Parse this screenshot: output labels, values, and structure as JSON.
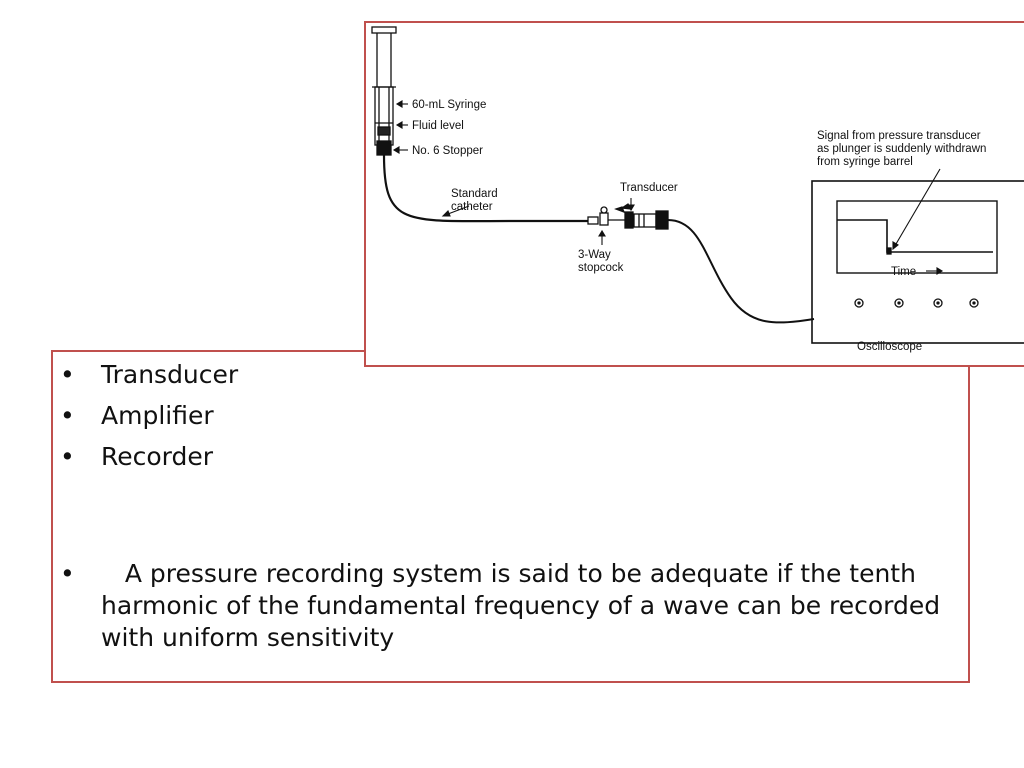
{
  "bullets": [
    {
      "text": "Transducer"
    },
    {
      "text": "Amplifier"
    },
    {
      "text": "Recorder"
    },
    {
      "text": "   A pressure recording system is said to be adequate if the tenth harmonic of the fundamental frequency of a wave can be recorded with uniform sensitivity"
    }
  ],
  "diagram": {
    "syringe_label": "60-mL Syringe",
    "fluid_label": "Fluid level",
    "stopper_label": "No. 6  Stopper",
    "catheter_label_line1": "Standard",
    "catheter_label_line2": "catheter",
    "transducer_label": "Transducer",
    "stopcock_label_line1": "3-Way",
    "stopcock_label_line2": "stopcock",
    "signal_label_line1": "Signal from pressure transducer",
    "signal_label_line2": "as plunger is suddenly withdrawn",
    "signal_label_line3": "from syringe barrel",
    "time_label": "Time",
    "oscilloscope_label": "Oscilloscope"
  },
  "colors": {
    "frame": "#c0504d",
    "text": "#111111"
  }
}
